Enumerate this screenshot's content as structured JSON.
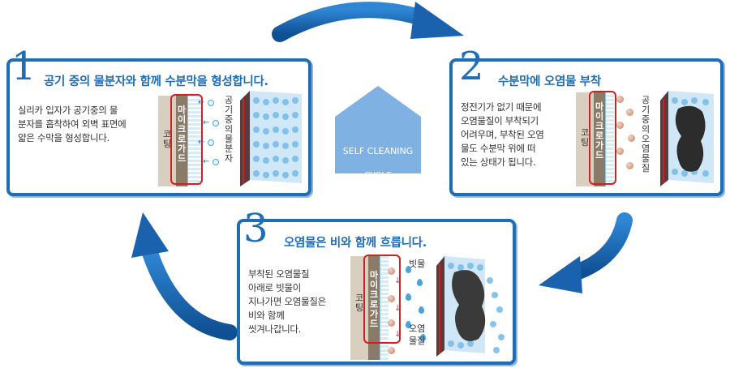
{
  "colors": {
    "accent": "#1e6db5",
    "red_outline": "#d02020",
    "house": "#7fb2e3"
  },
  "center": {
    "label_line1": "SELF CLEANING",
    "label_line2": "CYCLE"
  },
  "steps": [
    {
      "number": "1",
      "title": "공기 중의 물분자와 함께 수분막을 형성합니다.",
      "desc": "실리카 입자가 공기중의 물\n분자를 흡착하여 외벽 표면에\n얇은 수막을 형성합니다.",
      "coat_label": "코팅",
      "guard_label": "마이크로가드",
      "side_label": "공기중의물분자"
    },
    {
      "number": "2",
      "title": "수분막에 오염물 부착",
      "desc": "정전기가 없기 때문에\n오염물질이 부착되기\n어려우며, 부착된 오염\n물도 수분막 위에 떠\n있는 상태가 됩니다.",
      "coat_label": "코팅",
      "guard_label": "마이크로가드",
      "side_label": "공기중의오염물질"
    },
    {
      "number": "3",
      "title": "오염물은 비와 함께 흐릅니다.",
      "desc": "부착된 오염물질\n아래로 빗물이\n지나가면 오염물질은\n비와 함께\n씻겨나갑니다.",
      "coat_label": "코팅",
      "guard_label": "마이크로가드",
      "rain_label": "빗물",
      "dirt_label": "오염\n물질"
    }
  ]
}
